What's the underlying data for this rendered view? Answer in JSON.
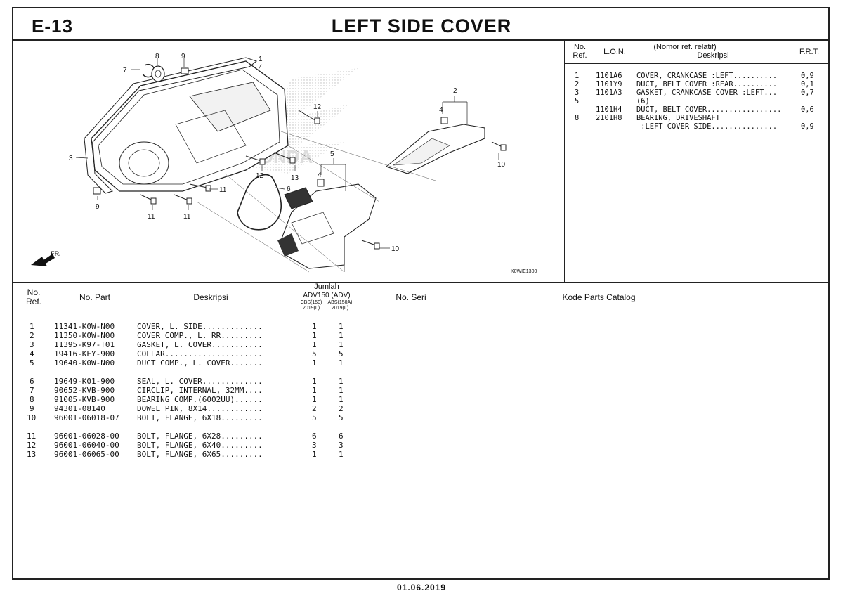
{
  "header": {
    "page_code": "E-13",
    "title": "LEFT SIDE COVER"
  },
  "diagram": {
    "callouts": [
      "1",
      "2",
      "3",
      "4",
      "4",
      "5",
      "6",
      "7",
      "8",
      "9",
      "9",
      "10",
      "10",
      "11",
      "11",
      "11",
      "12",
      "12",
      "13"
    ],
    "direction_label": "FR.",
    "drawing_code": "K0WIE1300"
  },
  "lon_table": {
    "headers": {
      "no_ref": "No.\nRef.",
      "lon": "L.O.N.",
      "desc_top": "(Nomor ref. relatif)",
      "desc": "Deskripsi",
      "frt": "F.R.T."
    },
    "rows": [
      {
        "ref": "1",
        "lon": "1101A6",
        "desc": "COVER, CRANKCASE :LEFT..........",
        "frt": "0,9"
      },
      {
        "ref": "2",
        "lon": "1101Y9",
        "desc": "DUCT, BELT COVER :REAR..........",
        "frt": "0,1"
      },
      {
        "ref": "3",
        "lon": "1101A3",
        "desc": "GASKET, CRANKCASE COVER :LEFT...",
        "frt": "0,7"
      },
      {
        "ref": "5",
        "lon": "",
        "desc": "(6)",
        "frt": ""
      },
      {
        "ref": "",
        "lon": "1101H4",
        "desc": "DUCT, BELT COVER.................",
        "frt": "0,6"
      },
      {
        "ref": "8",
        "lon": "2101H8",
        "desc": "BEARING, DRIVESHAFT",
        "frt": ""
      },
      {
        "ref": "",
        "lon": "",
        "desc": " :LEFT COVER SIDE...............",
        "frt": "0,9"
      }
    ]
  },
  "parts_table": {
    "headers": {
      "no_ref": "No.\nRef.",
      "no_part": "No. Part",
      "desc": "Deskripsi",
      "jumlah": "Jumlah",
      "model": "ADV150 (ADV)",
      "col1_a": "CBS(150)",
      "col1_b": "2019(L)",
      "col2_a": "ABS(150A)",
      "col2_b": "2019(L)",
      "no_seri": "No. Seri",
      "kode": "Kode Parts Catalog"
    },
    "rows": [
      {
        "ref": "1",
        "part": "11341-K0W-N00",
        "desc": "COVER, L. SIDE.............",
        "q1": "1",
        "q2": "1"
      },
      {
        "ref": "2",
        "part": "11350-K0W-N00",
        "desc": "COVER COMP., L. RR.........",
        "q1": "1",
        "q2": "1"
      },
      {
        "ref": "3",
        "part": "11395-K97-T01",
        "desc": "GASKET, L. COVER...........",
        "q1": "1",
        "q2": "1"
      },
      {
        "ref": "4",
        "part": "19416-KEY-900",
        "desc": "COLLAR.....................",
        "q1": "5",
        "q2": "5"
      },
      {
        "ref": "5",
        "part": "19640-K0W-N00",
        "desc": "DUCT COMP., L. COVER.......",
        "q1": "1",
        "q2": "1"
      },
      {
        "ref": "6",
        "part": "19649-K01-900",
        "desc": "SEAL, L. COVER.............",
        "q1": "1",
        "q2": "1"
      },
      {
        "ref": "7",
        "part": "90652-KVB-900",
        "desc": "CIRCLIP, INTERNAL, 32MM....",
        "q1": "1",
        "q2": "1"
      },
      {
        "ref": "8",
        "part": "91005-KVB-900",
        "desc": "BEARING COMP.(6002UU)......",
        "q1": "1",
        "q2": "1"
      },
      {
        "ref": "9",
        "part": "94301-08140",
        "desc": "DOWEL PIN, 8X14............",
        "q1": "2",
        "q2": "2"
      },
      {
        "ref": "10",
        "part": "96001-06018-07",
        "desc": "BOLT, FLANGE, 6X18.........",
        "q1": "5",
        "q2": "5"
      },
      {
        "ref": "11",
        "part": "96001-06028-00",
        "desc": "BOLT, FLANGE, 6X28.........",
        "q1": "6",
        "q2": "6"
      },
      {
        "ref": "12",
        "part": "96001-06040-00",
        "desc": "BOLT, FLANGE, 6X40.........",
        "q1": "3",
        "q2": "3"
      },
      {
        "ref": "13",
        "part": "96001-06065-00",
        "desc": "BOLT, FLANGE, 6X65.........",
        "q1": "1",
        "q2": "1"
      }
    ]
  },
  "footer": {
    "date": "01.06.2019"
  }
}
